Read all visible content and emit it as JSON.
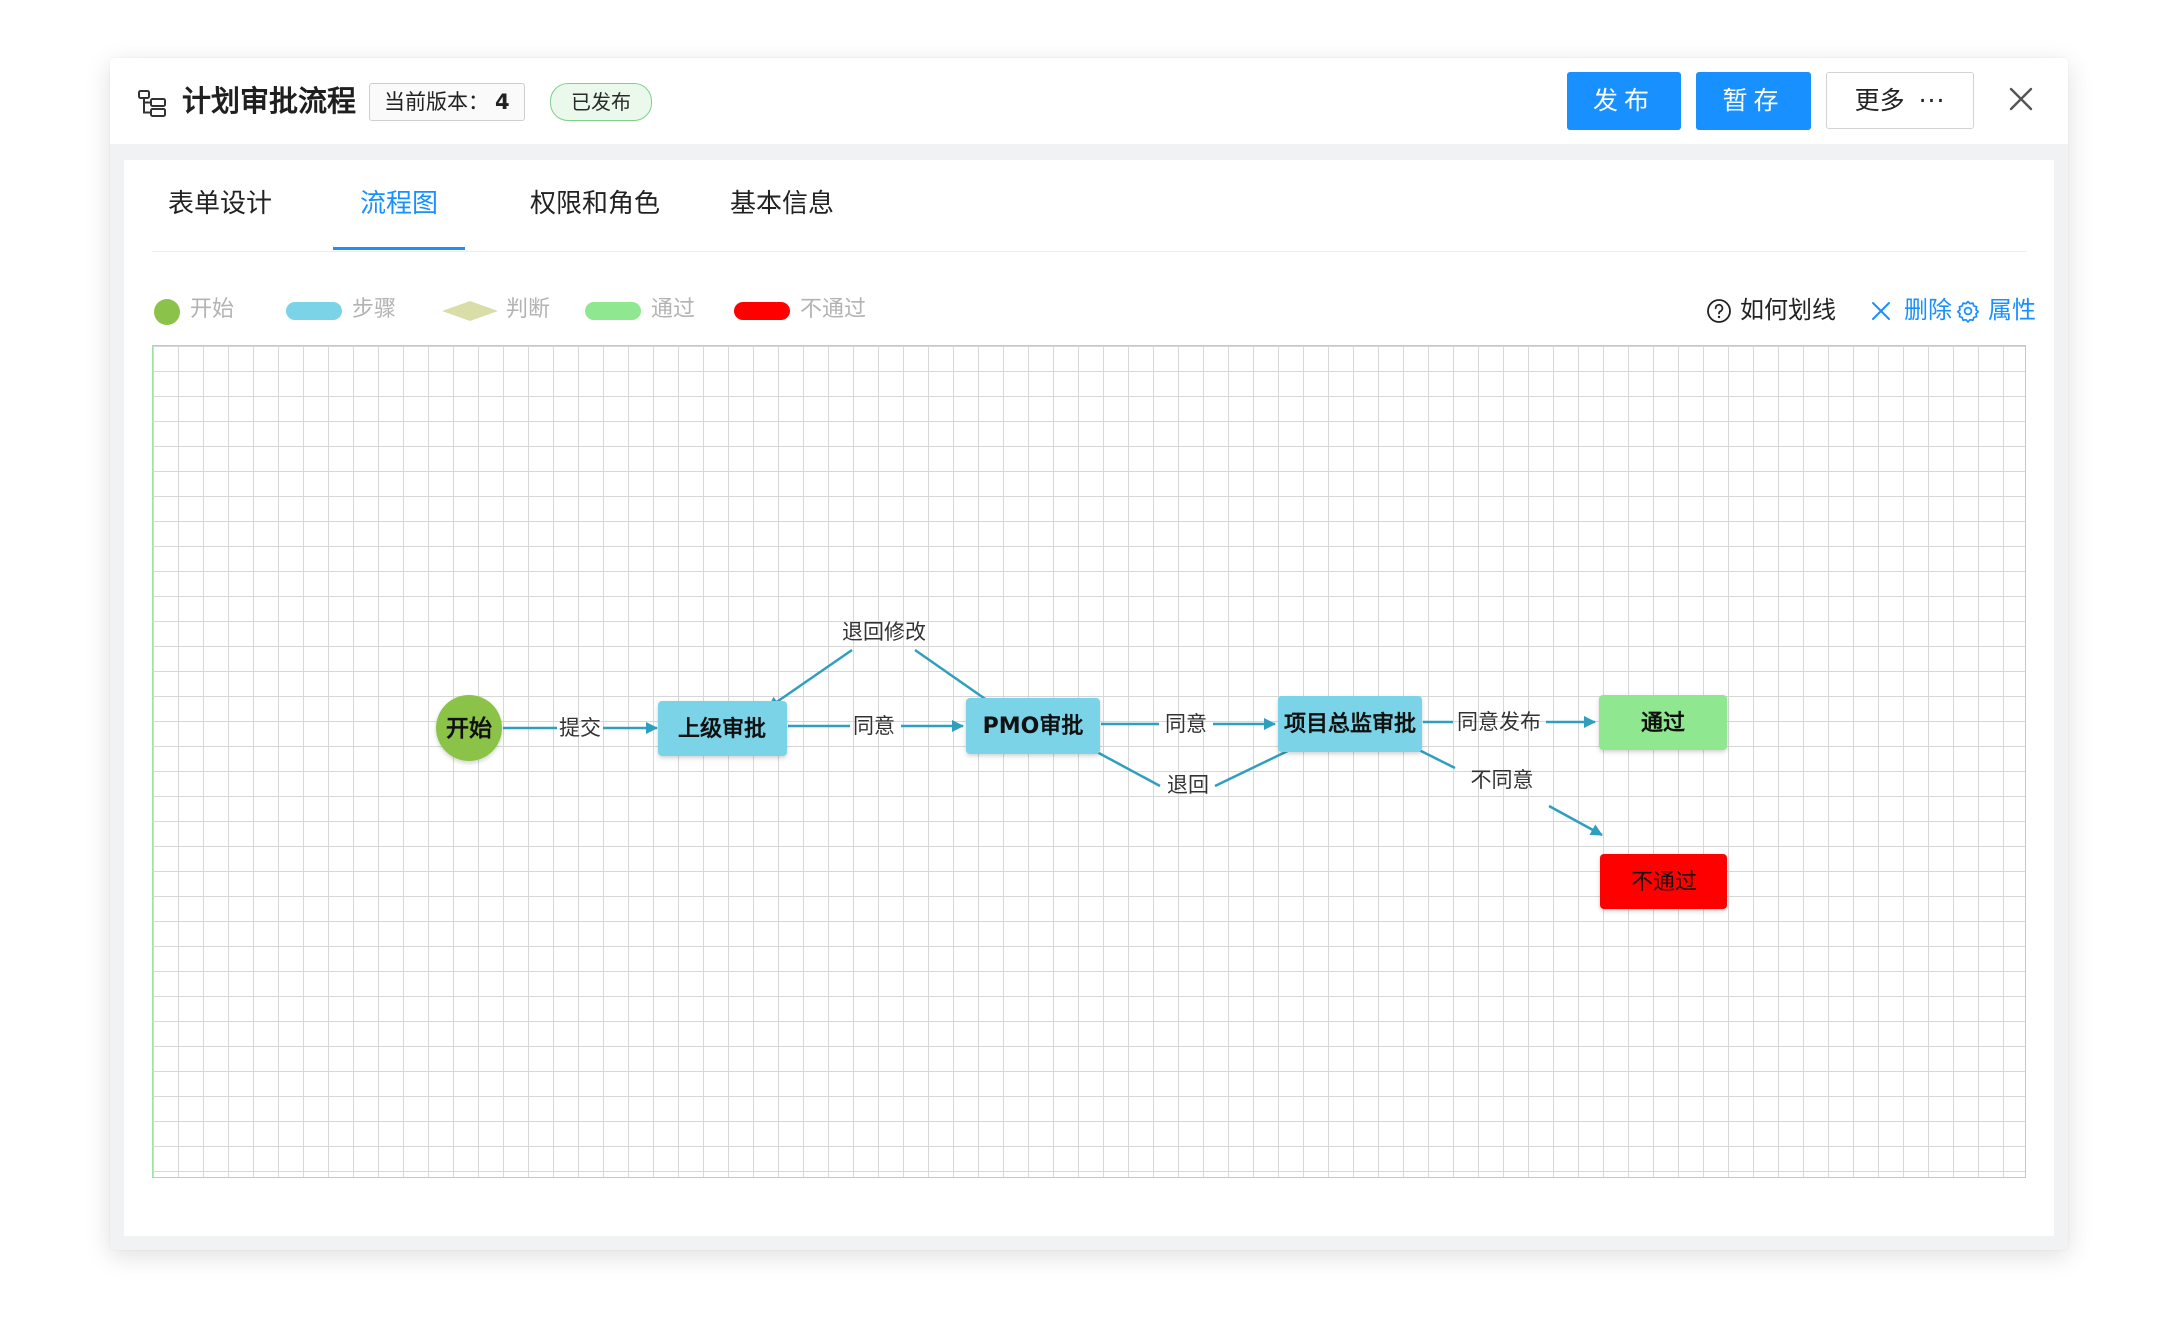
{
  "header": {
    "title": "计划审批流程",
    "version_label": "当前版本：",
    "version_value": "4",
    "status_badge": "已发布",
    "publish_label": "发布",
    "draft_label": "暂存",
    "more_label": "更多",
    "more_dots": "···"
  },
  "tabs": [
    {
      "label": "表单设计",
      "active": false
    },
    {
      "label": "流程图",
      "active": true
    },
    {
      "label": "权限和角色",
      "active": false
    },
    {
      "label": "基本信息",
      "active": false
    }
  ],
  "legend": [
    {
      "label": "开始",
      "color": "#8bc34a"
    },
    {
      "label": "步骤",
      "color": "#7ad3e7"
    },
    {
      "label": "判断",
      "color": "#d9dea8"
    },
    {
      "label": "通过",
      "color": "#8fe88f"
    },
    {
      "label": "不通过",
      "color": "#ff0000"
    }
  ],
  "toolbar": {
    "help_label": "如何划线",
    "delete_label": "删除",
    "props_label": "属性"
  },
  "colors": {
    "accent": "#1890ff",
    "edge": "#2f9fbf",
    "grid": "#d7d7d7",
    "canvas_border": "#9be39e"
  },
  "flow": {
    "nodes": {
      "start": "开始",
      "superior": "上级审批",
      "pmo": "PMO审批",
      "director": "项目总监审批",
      "pass": "通过",
      "reject": "不通过"
    },
    "edges": {
      "submit": "提交",
      "agree1": "同意",
      "return_modify": "退回修改",
      "agree2": "同意",
      "return": "退回",
      "agree_publish": "同意发布",
      "disagree": "不同意"
    }
  }
}
